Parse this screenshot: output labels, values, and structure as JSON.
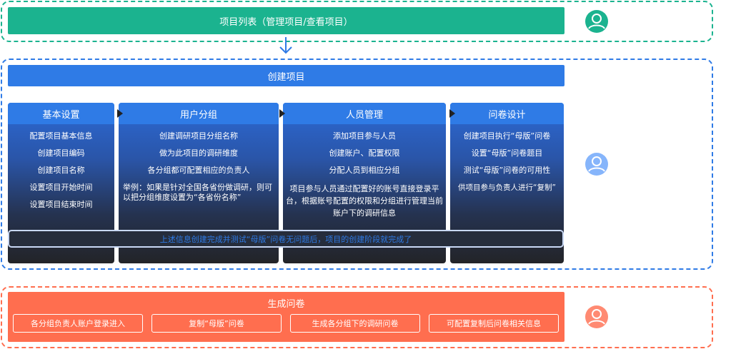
{
  "colors": {
    "green": "#1bb38f",
    "blue": "#2f7be6",
    "red": "#ff6e4f",
    "light_blue": "#86b5fb",
    "light_red": "#ff8a72"
  },
  "stage1": {
    "title": "项目列表（管理项目/查看项目）"
  },
  "stage2": {
    "title": "创建项目",
    "columns": [
      {
        "title": "基本设置",
        "items": [
          "配置项目基本信息",
          "创建项目编码",
          "创建项目名称",
          "设置项目开始时间",
          "设置项目结束时间"
        ]
      },
      {
        "title": "用户分组",
        "items": [
          "创建调研项目分组名称",
          "做为此项目的调研维度",
          "各分组都可配置相应的负责人"
        ],
        "note": "举例：如果是针对全国各省份做调研，则可以把分组维度设置为“各省份名称”"
      },
      {
        "title": "人员管理",
        "items": [
          "添加项目参与人员",
          "创建账户、配置权限",
          "分配人员到相应分组",
          "项目参与人员通过配置好的账号直接登录平台，根据账号配置的权限和分组进行管理当前账户下的调研信息"
        ]
      },
      {
        "title": "问卷设计",
        "items": [
          "创建项目执行“母版”问卷",
          "设置“母版”问卷题目",
          "测试“母版”问卷的可用性",
          "供项目参与负责人进行“复制”"
        ]
      }
    ],
    "summary": "上述信息创建完成并测试“母版”问卷无问题后，项目的创建阶段就完成了"
  },
  "stage3": {
    "title": "生成问卷",
    "steps": [
      "各分组负责人账户登录进入",
      "复制“母版”问卷",
      "生成各分组下的调研问卷",
      "可配置复制后问卷相关信息"
    ]
  }
}
